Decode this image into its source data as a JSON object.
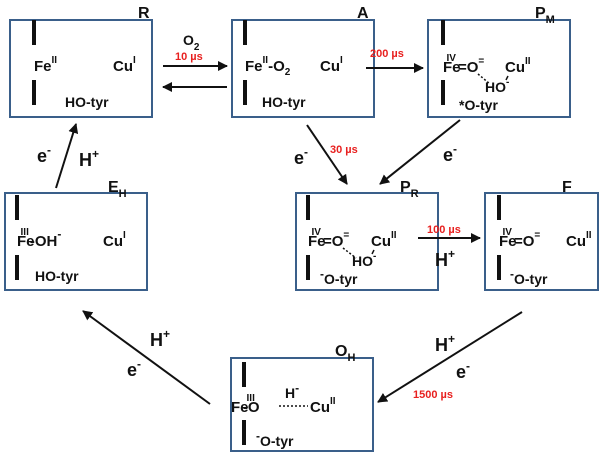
{
  "states": {
    "R": {
      "label": "R",
      "sub": "",
      "fe": "Fe",
      "fe_ox": "II",
      "fe_lig": "",
      "cu": "Cu",
      "cu_ox": "I",
      "tyr": "HO-tyr"
    },
    "A": {
      "label": "A",
      "sub": "",
      "fe": "Fe",
      "fe_ox": "II",
      "fe_lig": "-O",
      "fe_lig_sub": "2",
      "cu": "Cu",
      "cu_ox": "I",
      "tyr": "HO-tyr"
    },
    "PM": {
      "label": "P",
      "sub": "M",
      "fe": "Fe",
      "fe_ox": "IV",
      "fe_lig": "=O",
      "fe_lig_charge": "=",
      "cu": "Cu",
      "cu_ox": "II",
      "ho": "HO",
      "ho_charge": "-",
      "tyr": "*O-tyr"
    },
    "EH": {
      "label": "E",
      "sub": "H",
      "fe": "Fe",
      "fe_ox": "III",
      "fe_lig": "-OH",
      "fe_lig_charge": "-",
      "cu": "Cu",
      "cu_ox": "I",
      "tyr": "HO-tyr"
    },
    "PR": {
      "label": "P",
      "sub": "R",
      "fe": "Fe",
      "fe_ox": "IV",
      "fe_lig": "=O",
      "fe_lig_charge": "=",
      "cu": "Cu",
      "cu_ox": "II",
      "ho": "HO",
      "ho_charge": "-",
      "tyr_charge": "-",
      "tyr": "O-tyr"
    },
    "F": {
      "label": "F",
      "sub": "",
      "fe": "Fe",
      "fe_ox": "IV",
      "fe_lig": "=O",
      "fe_lig_charge": "=",
      "cu": "Cu",
      "cu_ox": "II",
      "tyr_charge": "-",
      "tyr": "O-tyr"
    },
    "OH": {
      "label": "O",
      "sub": "H",
      "fe": "Fe",
      "fe_ox": "III",
      "fe_lig": "-O",
      "h": "H",
      "h_charge": "-",
      "cu": "Cu",
      "cu_ox": "II",
      "tyr_charge": "-",
      "tyr": "O-tyr"
    }
  },
  "transitions": {
    "r_to_a": {
      "reagent": "O",
      "reagent_sub": "2",
      "time": "10 µs"
    },
    "a_to_pm": {
      "time": "200 µs"
    },
    "a_to_pr": {
      "reagent": "e",
      "reagent_sup": "-",
      "time": "30 µs"
    },
    "pm_to_pr": {
      "reagent": "e",
      "reagent_sup": "-"
    },
    "pr_to_f": {
      "reagent": "H",
      "reagent_sup": "+",
      "time": "100 µs"
    },
    "f_to_oh": {
      "reagent1": "H",
      "reagent1_sup": "+",
      "reagent2": "e",
      "reagent2_sup": "-",
      "time": "1500 µs"
    },
    "oh_to_eh": {
      "reagent1": "H",
      "reagent1_sup": "+",
      "reagent2": "e",
      "reagent2_sup": "-"
    },
    "eh_to_r": {
      "reagent1": "e",
      "reagent1_sup": "-",
      "reagent2": "H",
      "reagent2_sup": "+"
    }
  },
  "colors": {
    "box_border": "#3a5f8a",
    "rate": "#e8201f",
    "text": "#111111"
  }
}
